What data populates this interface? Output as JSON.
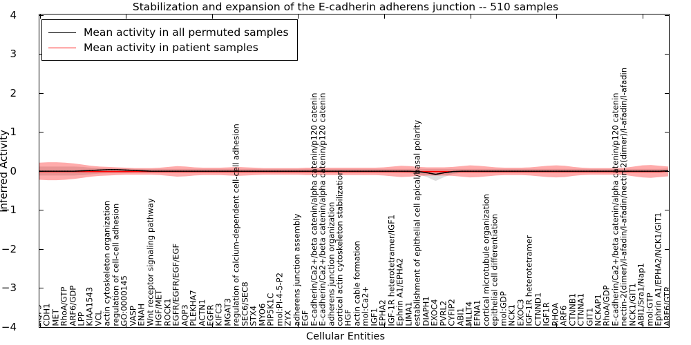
{
  "chart_data": {
    "type": "line",
    "title": "Stabilization and expansion of the E-cadherin adherens junction -- 510 samples",
    "xlabel": "Cellular Entities",
    "ylabel": "Inferred Activity",
    "ylim": [
      -4,
      4
    ],
    "yticks": [
      -4,
      -3,
      -2,
      -1,
      0,
      1,
      2,
      3,
      4
    ],
    "grid": false,
    "legend_position": "upper left",
    "legend": [
      {
        "name": "Mean activity in all permuted samples",
        "color": "#000000",
        "style": "solid"
      },
      {
        "name": "Mean activity in patient samples",
        "color": "#ff0000",
        "style": "solid"
      }
    ],
    "categories": [
      "AQP5",
      "CDH1",
      "MET",
      "RhoA/GTP",
      "ARF6/GDP",
      "LPP",
      "KIAA1543",
      "VCL",
      "actin cytoskeleton organization",
      "regulation of cell-cell adhesion",
      "GO:0000145",
      "VASP",
      "ENAH",
      "Wnt receptor signaling pathway",
      "HGF/MET",
      "ROCK1",
      "EGFR/EGFR/EGF/EGF",
      "AQP3",
      "PLEKHA7",
      "ACTN1",
      "EGFR",
      "KIFC3",
      "MGAT3",
      "regulation of calcium-dependent cell-cell adhesion",
      "SEC6/SEC8",
      "STX4",
      "MYO6",
      "PIP5K1C",
      "mol:PI-4-5-P2",
      "ZYX",
      "adherens junction assembly",
      "EGF",
      "E-cadherin/Ca2+/beta catenin/alpha catenin/p120 catenin",
      "E-cadherin/Ca2+/beta catenin/alpha catenin/p120 catenin",
      "adherens junction organization",
      "cortical actin cytoskeleton stabilization",
      "HGF",
      "actin cable formation",
      "mol:Ca2+",
      "IGF1",
      "EPHA2",
      "IGF-1R heterotetramer/IGF1",
      "Ephrin A1/EPHA2",
      "LIMA1",
      "establishment of epithelial cell apical/basal polarity",
      "DIAPH1",
      "EXOC4",
      "PVRL2",
      "CYFIP2",
      "ABI1",
      "MLLT4",
      "EFNA1",
      "cortical microtubule organization",
      "epithelial cell differentiation",
      "mol:GDP",
      "NCK1",
      "EXOC3",
      "IGF-1R heterotetramer",
      "CTNND1",
      "IGF1R",
      "RHOA",
      "ARF6",
      "CTNNB1",
      "CTNNA1",
      "GIT1",
      "NCKAP1",
      "RhoA/GDP",
      "E-cadherin/Ca2+/beta catenin/alpha catenin/p120 catenin",
      "nectin-2(dimer)/l-afadin/l-afadin/nectin-2(dimer)/l-afadin/l-afadin",
      "NCK1/GIT1",
      "ABI1/Sra1/Nap1",
      "mol:GTP",
      "Ephrin A1/EPHA2/NCK1/GIT1",
      "ARF6/GTP"
    ],
    "series": [
      {
        "name": "Mean activity in all permuted samples",
        "color": "#000000",
        "values": [
          -0.02,
          -0.02,
          -0.02,
          -0.02,
          -0.02,
          -0.01,
          0.0,
          0.01,
          0.02,
          0.02,
          0.01,
          0.0,
          -0.01,
          -0.02,
          -0.02,
          -0.02,
          -0.02,
          -0.02,
          -0.02,
          -0.02,
          -0.02,
          -0.02,
          -0.02,
          -0.02,
          -0.02,
          -0.02,
          -0.02,
          -0.02,
          -0.02,
          -0.02,
          -0.02,
          -0.02,
          -0.02,
          -0.02,
          -0.02,
          -0.02,
          -0.02,
          -0.02,
          -0.02,
          -0.02,
          -0.02,
          -0.02,
          -0.02,
          -0.02,
          -0.03,
          -0.06,
          -0.1,
          -0.06,
          -0.03,
          -0.02,
          -0.02,
          -0.02,
          -0.02,
          -0.02,
          -0.02,
          -0.02,
          -0.02,
          -0.02,
          -0.02,
          -0.02,
          -0.02,
          -0.02,
          -0.02,
          -0.02,
          -0.02,
          -0.02,
          -0.02,
          -0.02,
          -0.02,
          -0.02,
          -0.02,
          -0.02,
          -0.02,
          -0.01,
          0.0
        ],
        "band_upper": [
          0.1,
          0.1,
          0.1,
          0.1,
          0.1,
          0.09,
          0.07,
          0.06,
          0.05,
          0.05,
          0.05,
          0.04,
          0.04,
          0.04,
          0.04,
          0.04,
          0.04,
          0.04,
          0.04,
          0.04,
          0.04,
          0.04,
          0.04,
          0.04,
          0.04,
          0.04,
          0.04,
          0.04,
          0.04,
          0.04,
          0.04,
          0.04,
          0.04,
          0.04,
          0.04,
          0.04,
          0.04,
          0.04,
          0.04,
          0.04,
          0.04,
          0.04,
          0.04,
          0.04,
          0.04,
          0.04,
          0.04,
          0.04,
          0.04,
          0.04,
          0.04,
          0.04,
          0.04,
          0.04,
          0.04,
          0.04,
          0.04,
          0.04,
          0.04,
          0.04,
          0.04,
          0.04,
          0.04,
          0.04,
          0.04,
          0.04,
          0.04,
          0.04,
          0.04,
          0.04,
          0.04,
          0.04,
          0.04,
          0.05,
          0.06
        ],
        "band_lower": [
          -0.13,
          -0.13,
          -0.13,
          -0.13,
          -0.13,
          -0.12,
          -0.1,
          -0.08,
          -0.07,
          -0.07,
          -0.07,
          -0.06,
          -0.06,
          -0.06,
          -0.06,
          -0.06,
          -0.06,
          -0.06,
          -0.06,
          -0.06,
          -0.06,
          -0.06,
          -0.06,
          -0.06,
          -0.06,
          -0.06,
          -0.06,
          -0.06,
          -0.06,
          -0.06,
          -0.06,
          -0.06,
          -0.06,
          -0.06,
          -0.06,
          -0.06,
          -0.06,
          -0.06,
          -0.06,
          -0.06,
          -0.06,
          -0.06,
          -0.06,
          -0.07,
          -0.1,
          -0.17,
          -0.27,
          -0.17,
          -0.09,
          -0.06,
          -0.06,
          -0.06,
          -0.06,
          -0.06,
          -0.06,
          -0.06,
          -0.06,
          -0.06,
          -0.06,
          -0.06,
          -0.06,
          -0.06,
          -0.06,
          -0.06,
          -0.06,
          -0.06,
          -0.06,
          -0.06,
          -0.06,
          -0.06,
          -0.06,
          -0.06,
          -0.06,
          -0.06,
          -0.06
        ]
      },
      {
        "name": "Mean activity in patient samples",
        "color": "#ff0000",
        "values": [
          -0.03,
          -0.03,
          -0.03,
          -0.03,
          -0.03,
          -0.03,
          -0.03,
          -0.03,
          -0.03,
          -0.03,
          -0.03,
          -0.03,
          -0.03,
          -0.03,
          -0.03,
          -0.03,
          -0.03,
          -0.03,
          -0.03,
          -0.03,
          -0.03,
          -0.03,
          -0.03,
          -0.03,
          -0.03,
          -0.03,
          -0.03,
          -0.03,
          -0.03,
          -0.03,
          -0.03,
          -0.03,
          -0.03,
          -0.03,
          -0.03,
          -0.03,
          -0.03,
          -0.03,
          -0.03,
          -0.03,
          -0.03,
          -0.03,
          -0.03,
          -0.03,
          -0.03,
          -0.03,
          -0.03,
          -0.03,
          -0.03,
          -0.03,
          -0.03,
          -0.03,
          -0.03,
          -0.03,
          -0.03,
          -0.03,
          -0.03,
          -0.03,
          -0.03,
          -0.03,
          -0.03,
          -0.03,
          -0.03,
          -0.03,
          -0.03,
          -0.03,
          -0.03,
          -0.03,
          -0.03,
          -0.03,
          -0.03,
          -0.03,
          -0.03,
          -0.02,
          0.0
        ],
        "band_upper": [
          0.2,
          0.21,
          0.21,
          0.2,
          0.18,
          0.15,
          0.12,
          0.1,
          0.09,
          0.08,
          0.07,
          0.06,
          0.06,
          0.06,
          0.07,
          0.09,
          0.11,
          0.1,
          0.08,
          0.07,
          0.07,
          0.07,
          0.08,
          0.09,
          0.08,
          0.07,
          0.06,
          0.06,
          0.06,
          0.06,
          0.06,
          0.07,
          0.07,
          0.07,
          0.07,
          0.07,
          0.07,
          0.07,
          0.07,
          0.07,
          0.08,
          0.1,
          0.12,
          0.11,
          0.09,
          0.08,
          0.08,
          0.08,
          0.09,
          0.11,
          0.13,
          0.12,
          0.1,
          0.08,
          0.07,
          0.07,
          0.07,
          0.08,
          0.1,
          0.12,
          0.13,
          0.12,
          0.09,
          0.07,
          0.06,
          0.06,
          0.06,
          0.06,
          0.07,
          0.1,
          0.13,
          0.14,
          0.12,
          0.1,
          0.09
        ],
        "band_lower": [
          -0.24,
          -0.25,
          -0.25,
          -0.24,
          -0.22,
          -0.19,
          -0.16,
          -0.14,
          -0.13,
          -0.12,
          -0.11,
          -0.11,
          -0.11,
          -0.11,
          -0.12,
          -0.14,
          -0.16,
          -0.15,
          -0.13,
          -0.12,
          -0.12,
          -0.12,
          -0.13,
          -0.14,
          -0.13,
          -0.12,
          -0.11,
          -0.11,
          -0.11,
          -0.11,
          -0.11,
          -0.12,
          -0.12,
          -0.12,
          -0.12,
          -0.12,
          -0.12,
          -0.12,
          -0.12,
          -0.12,
          -0.13,
          -0.15,
          -0.17,
          -0.16,
          -0.14,
          -0.13,
          -0.13,
          -0.13,
          -0.14,
          -0.16,
          -0.18,
          -0.17,
          -0.15,
          -0.13,
          -0.12,
          -0.12,
          -0.12,
          -0.13,
          -0.15,
          -0.17,
          -0.18,
          -0.17,
          -0.14,
          -0.12,
          -0.11,
          -0.11,
          -0.11,
          -0.11,
          -0.12,
          -0.15,
          -0.18,
          -0.19,
          -0.17,
          -0.15,
          -0.13
        ]
      }
    ]
  }
}
